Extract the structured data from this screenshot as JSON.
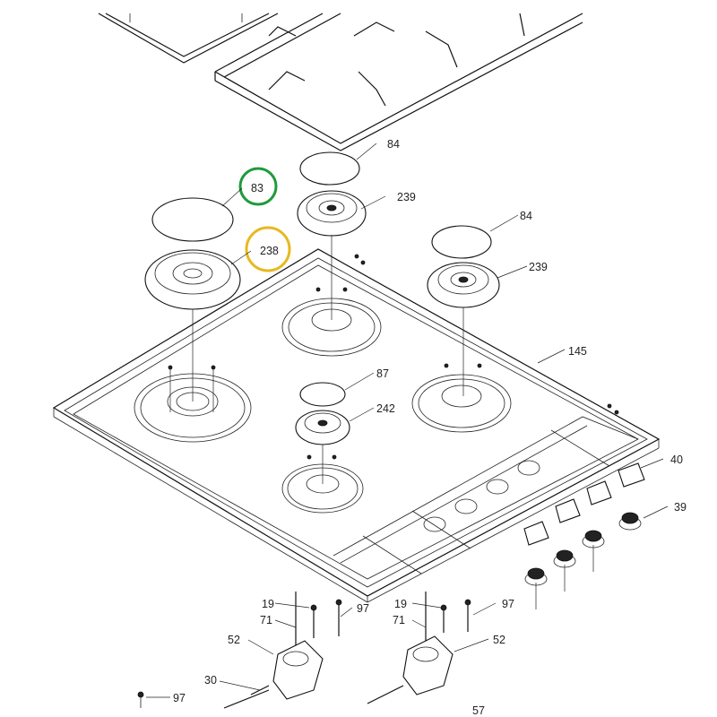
{
  "diagram": {
    "labels": {
      "l84a": "84",
      "l83": "83",
      "l239a": "239",
      "l238": "238",
      "l84b": "84",
      "l239b": "239",
      "l145": "145",
      "l87": "87",
      "l242": "242",
      "l40": "40",
      "l39": "39",
      "l19a": "19",
      "l71a": "71",
      "l97a": "97",
      "l52a": "52",
      "l19b": "19",
      "l71b": "71",
      "l97b": "97",
      "l52b": "52",
      "l30": "30",
      "l97c": "97",
      "l57": "57"
    },
    "highlights": {
      "green": "#1f9a3c",
      "yellow": "#e8b820"
    }
  }
}
